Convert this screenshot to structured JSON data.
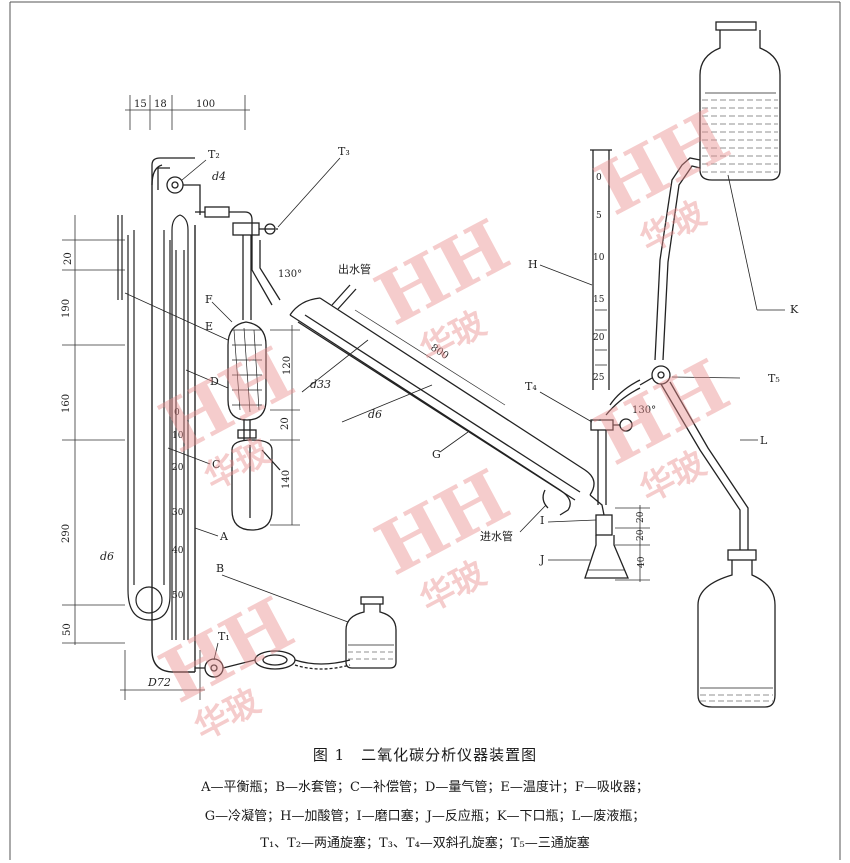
{
  "figure": {
    "title": "图 1　二氧化碳分析仪器装置图",
    "legend_lines": [
      "A—平衡瓶；B—水套管；C—补偿管；D—量气管；E—温度计；F—吸收器；",
      "G—冷凝管；H—加酸管；I—磨口塞；J—反应瓶；K—下口瓶；L—废液瓶；",
      "T₁、T₂—两通旋塞；T₃、T₄—双斜孔旋塞；T₅—三通旋塞"
    ]
  },
  "labels": {
    "A": "A",
    "B": "B",
    "C": "C",
    "D": "D",
    "E": "E",
    "F": "F",
    "G": "G",
    "H": "H",
    "I": "I",
    "J": "J",
    "K": "K",
    "L": "L",
    "T1": "T₁",
    "T2": "T₂",
    "T3": "T₃",
    "T4": "T₄",
    "T5": "T₅"
  },
  "annotations": {
    "outlet_water": "出水管",
    "inlet_water": "进水管",
    "angle_top": "130°",
    "angle_right": "130°"
  },
  "dimensions": {
    "top_15": "15",
    "top_18": "18",
    "top_100": "100",
    "left_20": "20",
    "left_190": "190",
    "left_160": "160",
    "left_290": "290",
    "left_50": "50",
    "d4": "d4",
    "d6_left": "d6",
    "d6_mid": "d6",
    "d33": "d33",
    "D72": "D72",
    "len_800": "800",
    "mid_120": "120",
    "mid_20": "20",
    "mid_140": "140",
    "right_20": "20",
    "right_20b": "20",
    "right_40": "40"
  },
  "scale_D": [
    "0",
    "10",
    "20",
    "30",
    "40",
    "50"
  ],
  "scale_H": [
    "0",
    "5",
    "10",
    "15",
    "20",
    "25"
  ],
  "watermark": "华玻"
}
